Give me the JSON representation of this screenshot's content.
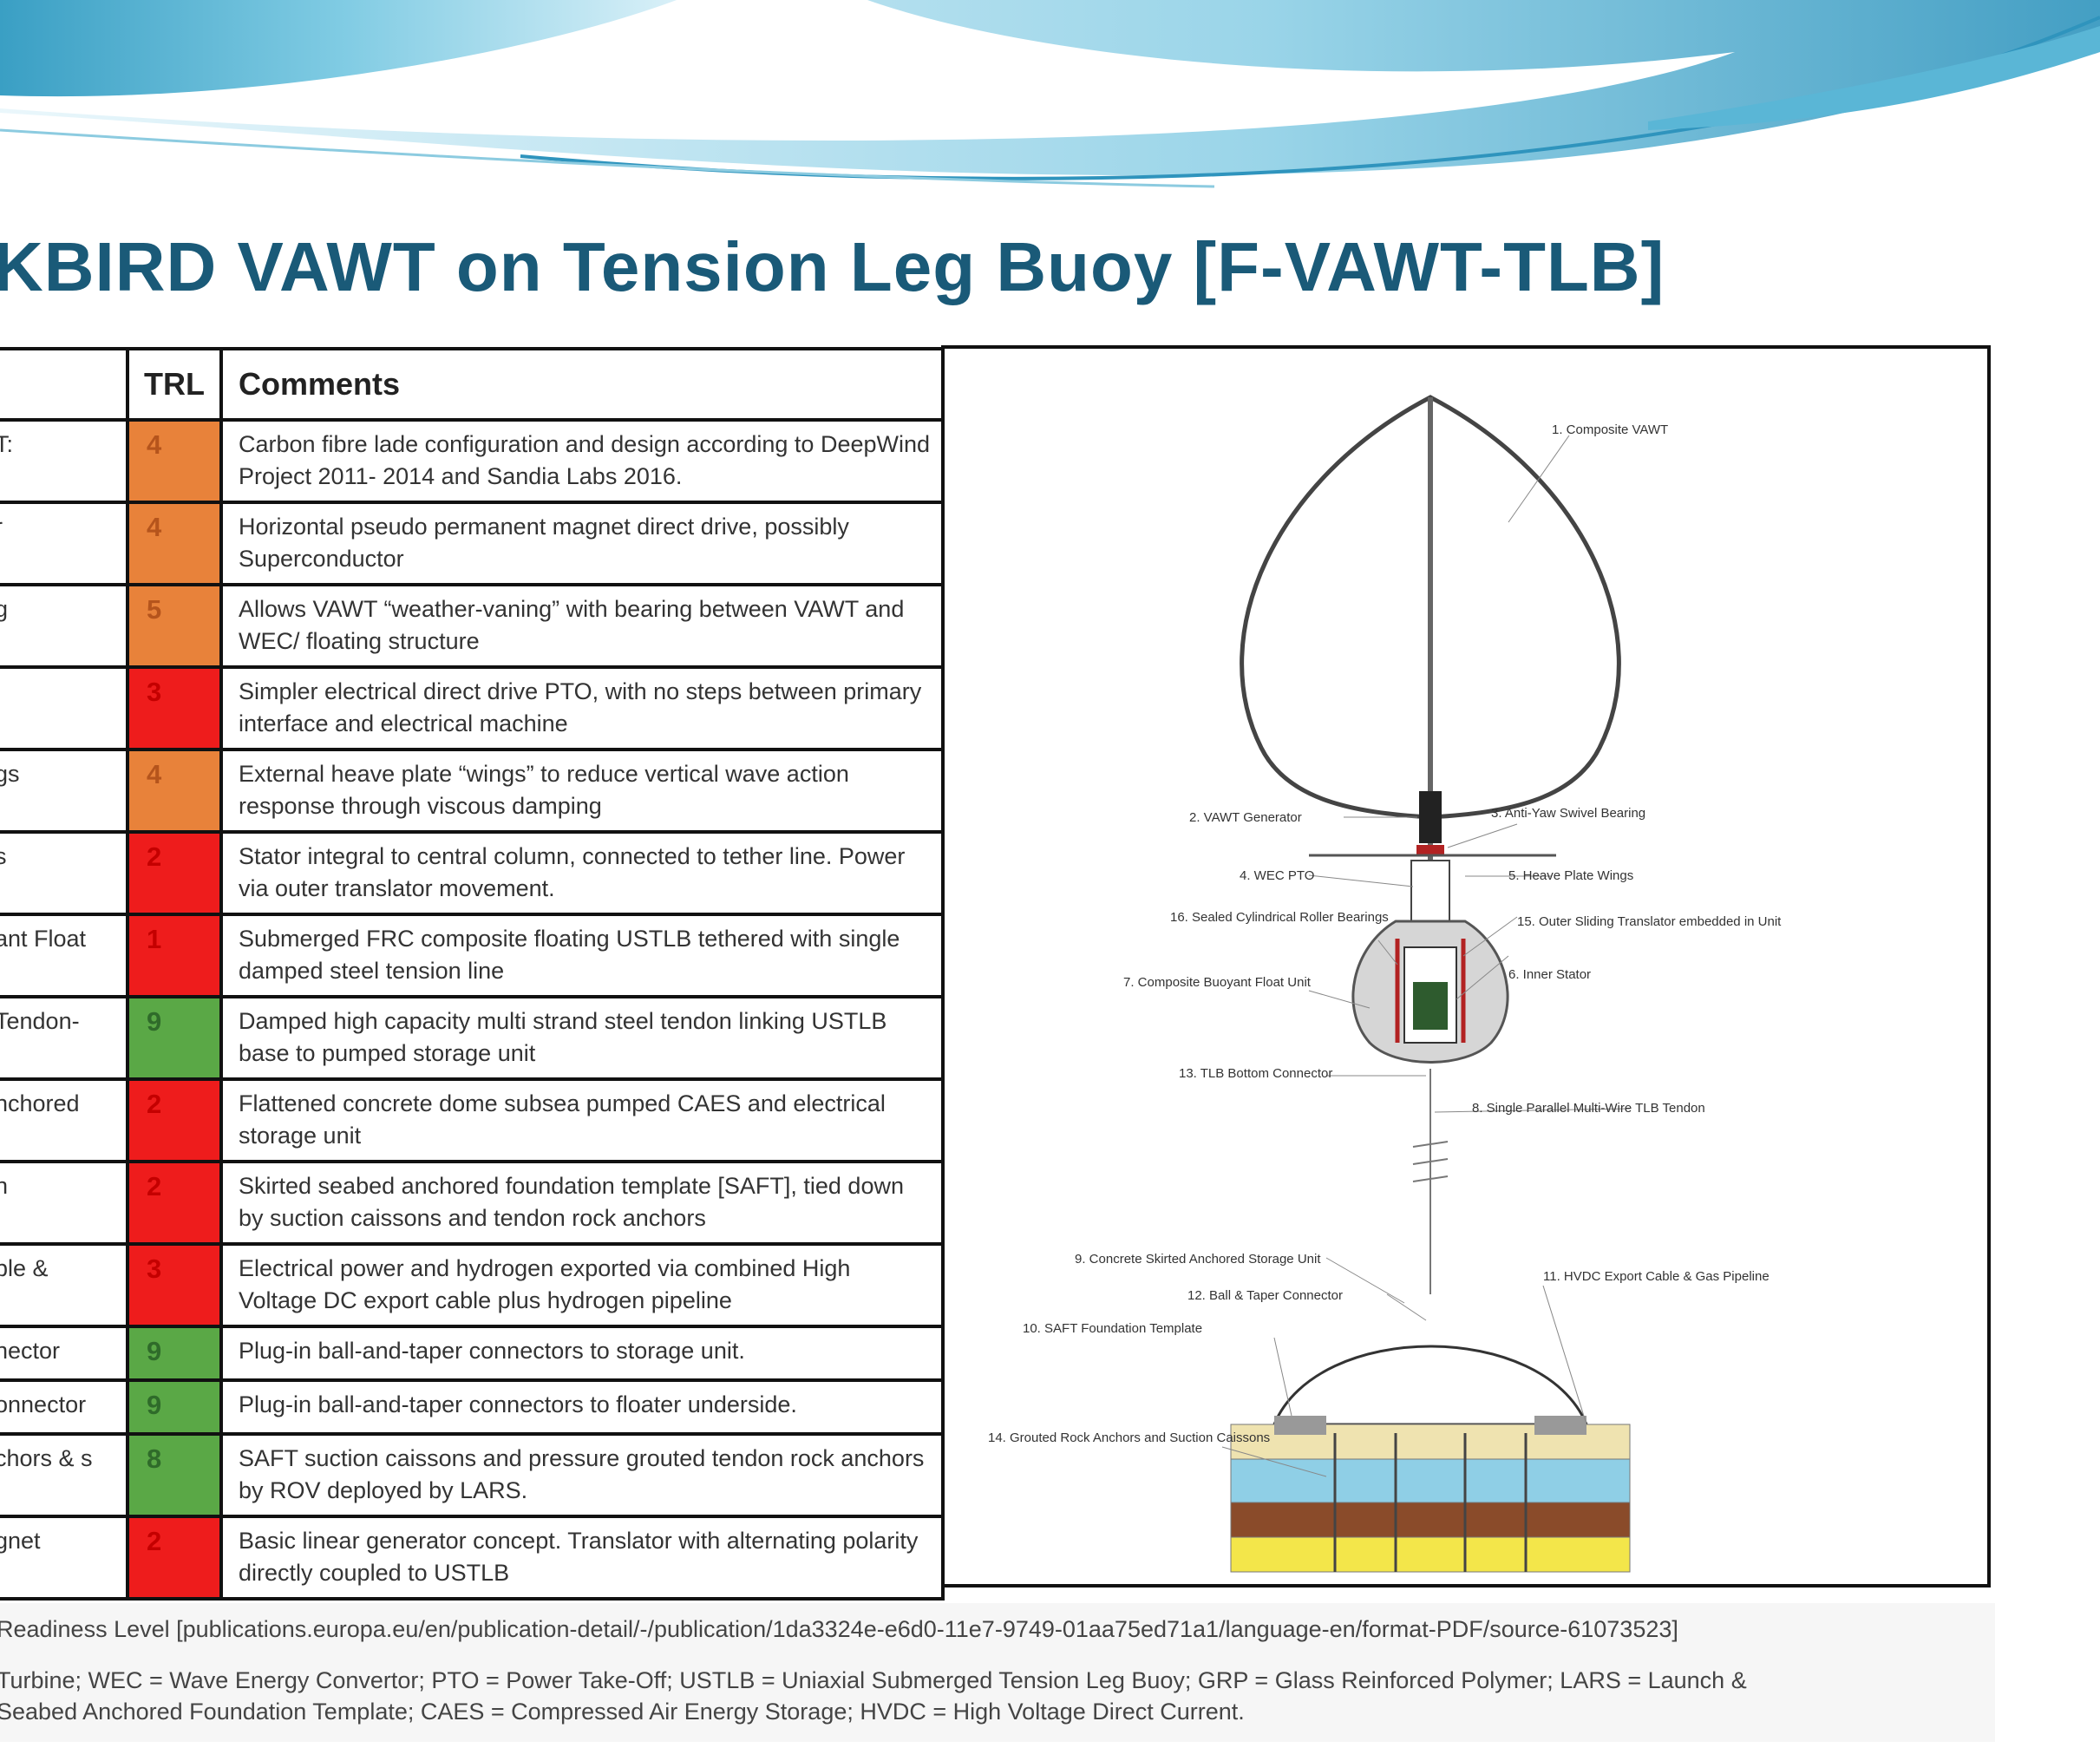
{
  "title": "KBIRD VAWT on Tension Leg Buoy [F-VAWT-TLB]",
  "colors": {
    "title": "#1a5a78",
    "trl_orange": "#e8823a",
    "trl_red": "#ee1c1c",
    "trl_green": "#5aa846",
    "swoosh_blue": "#3aa7c8"
  },
  "table": {
    "headers": {
      "component": "",
      "trl": "TRL",
      "comments": "Comments"
    },
    "rows": [
      {
        "component": "T:",
        "trl": "4",
        "status": "orange",
        "comment": "Carbon fibre lade configuration and design according to DeepWind Project 2011- 2014 and Sandia Labs 2016."
      },
      {
        "component": "r",
        "trl": "4",
        "status": "orange",
        "comment": "Horizontal pseudo permanent magnet direct drive, possibly Superconductor"
      },
      {
        "component": "g",
        "trl": "5",
        "status": "orange",
        "comment": "Allows VAWT “weather-vaning” with bearing between VAWT and WEC/ floating structure"
      },
      {
        "component": "",
        "trl": "3",
        "status": "red",
        "comment": "Simpler electrical direct drive PTO, with no steps between primary interface and electrical machine"
      },
      {
        "component": "gs",
        "trl": "4",
        "status": "orange",
        "comment": "External heave plate “wings” to reduce vertical wave action response through viscous damping"
      },
      {
        "component": "s",
        "trl": "2",
        "status": "red",
        "comment": "Stator integral to central column, connected to tether line. Power via outer translator movement."
      },
      {
        "component": "ant Float",
        "trl": "1",
        "status": "red",
        "comment": "Submerged FRC composite floating USTLB tethered with single damped steel tension line"
      },
      {
        "component": "Tendon-",
        "trl": "9",
        "status": "green",
        "comment": "Damped high capacity multi strand steel tendon linking USTLB base to pumped storage unit"
      },
      {
        "component": "nchored",
        "trl": "2",
        "status": "red",
        "comment": "Flattened concrete dome subsea pumped CAES and electrical storage unit"
      },
      {
        "component": "n",
        "trl": "2",
        "status": "red",
        "comment": "Skirted seabed anchored foundation template [SAFT], tied down by suction caissons and tendon rock anchors"
      },
      {
        "component": "ble &",
        "trl": "3",
        "status": "red",
        "comment": "Electrical power and hydrogen exported via combined High Voltage DC export cable plus hydrogen pipeline"
      },
      {
        "component": "nector",
        "trl": "9",
        "status": "green",
        "comment": "Plug-in ball-and-taper connectors to storage unit."
      },
      {
        "component": "onnector",
        "trl": "9",
        "status": "green",
        "comment": "Plug-in ball-and-taper connectors to floater underside."
      },
      {
        "component": "chors & s",
        "trl": "8",
        "status": "green",
        "comment": "SAFT suction caissons and pressure grouted tendon rock anchors by ROV deployed by LARS."
      },
      {
        "component": "gnet",
        "trl": "2",
        "status": "red",
        "comment": "Basic linear generator concept. Translator with alternating polarity directly coupled to USTLB"
      }
    ]
  },
  "diagram": {
    "labels": {
      "l1": "1. Composite VAWT",
      "l2": "2. VAWT Generator",
      "l3": "3. Anti-Yaw Swivel Bearing",
      "l4": "4. WEC PTO",
      "l5": "5. Heave Plate Wings",
      "l6": "6. Inner Stator",
      "l7": "7. Composite Buoyant Float Unit",
      "l8": "8. Single Parallel Multi-Wire TLB Tendon",
      "l9": "9. Concrete Skirted Anchored Storage Unit",
      "l10": "10. SAFT Foundation Template",
      "l11": "11. HVDC Export Cable & Gas Pipeline",
      "l12": "12. Ball & Taper Connector",
      "l13": "13. TLB Bottom Connector",
      "l14": "14. Grouted Rock Anchors and Suction Caissons",
      "l15": "15. Outer Sliding Translator embedded in Unit",
      "l16": "16. Sealed Cylindrical Roller Bearings"
    }
  },
  "footnotes": {
    "trl_source": "Readiness Level [publications.europa.eu/en/publication-detail/-/publication/1da3324e-e6d0-11e7-9749-01aa75ed71a1/language-en/format-PDF/source-61073523]",
    "abbrev_line1": "Turbine; WEC = Wave Energy Convertor; PTO = Power Take-Off; USTLB = Uniaxial Submerged Tension Leg Buoy; GRP = Glass Reinforced Polymer; LARS = Launch &",
    "abbrev_line2": "Seabed Anchored Foundation Template; CAES = Compressed Air Energy Storage; HVDC = High Voltage Direct Current."
  }
}
